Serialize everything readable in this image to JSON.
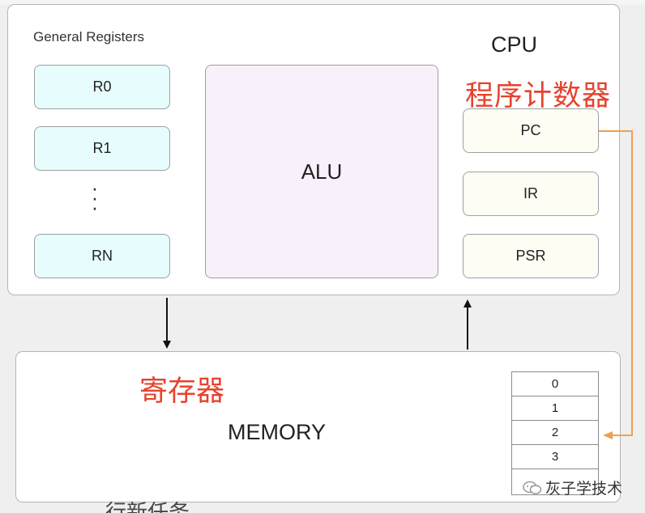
{
  "cpu": {
    "title": "CPU",
    "general_registers_title": "General Registers",
    "registers": [
      "R0",
      "R1",
      "RN"
    ],
    "alu_label": "ALU",
    "pc_annotation": "程序计数器",
    "special_registers": [
      "PC",
      "IR",
      "PSR"
    ]
  },
  "memory": {
    "title": "MEMORY",
    "annotation": "寄存器",
    "cells": [
      "0",
      "1",
      "2",
      "3"
    ]
  },
  "watermark": "灰子学技术",
  "bottom_text": "行新任务",
  "colors": {
    "annotation": "#e5432e",
    "pc_link": "#f0a050",
    "register_fill": "#e6fcfd",
    "alu_fill": "#f8f0fb",
    "special_fill": "#fdfdf4"
  }
}
